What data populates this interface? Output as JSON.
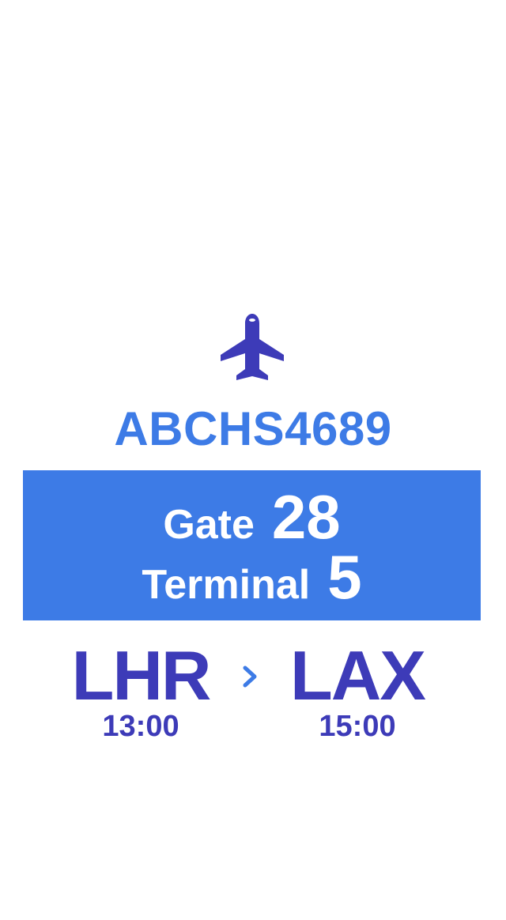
{
  "flight": {
    "number": "ABCHS4689",
    "gate_label": "Gate",
    "gate_value": "28",
    "terminal_label": "Terminal",
    "terminal_value": "5",
    "origin_code": "LHR",
    "origin_time": "13:00",
    "destination_code": "LAX",
    "destination_time": "15:00"
  },
  "icons": {
    "plane": "airplane-icon",
    "arrow": "chevron-right-icon"
  },
  "colors": {
    "background": "#ffffff",
    "accent_blue": "#3d7be6",
    "deep_indigo": "#3d3bb8",
    "panel_text": "#ffffff"
  }
}
